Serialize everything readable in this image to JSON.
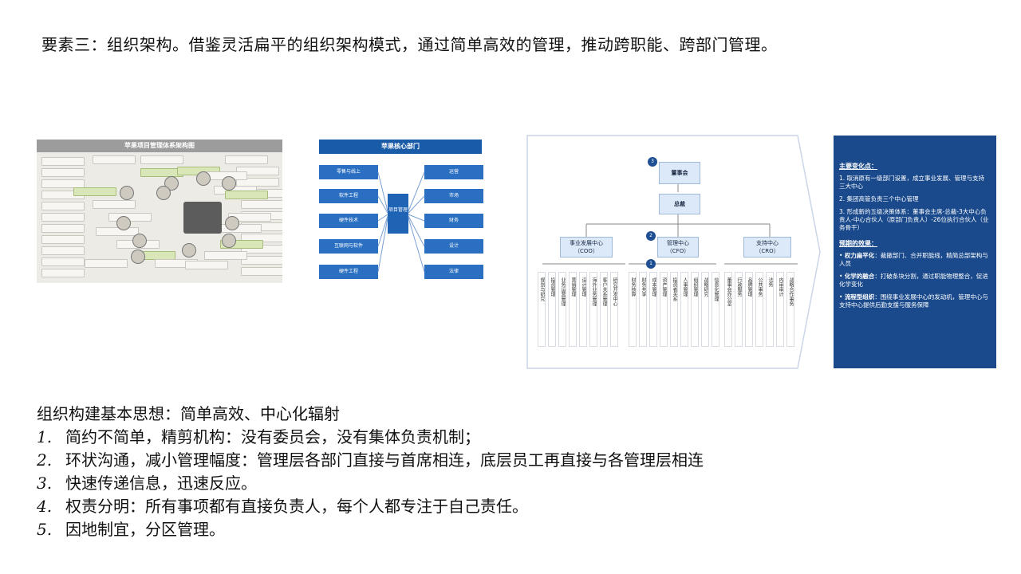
{
  "heading": "要素三：组织架构。借鉴灵活扁平的组织架构模式，通过简单高效的管理，推动跨职能、跨部门管理。",
  "figure1": {
    "title": "苹果项目管理体系架构图"
  },
  "figure2": {
    "title": "苹果核心部门",
    "left_items": [
      "零售与线上",
      "软件工程",
      "硬件技术",
      "互联网与软件",
      "硬件工程"
    ],
    "middle": "项目管理",
    "right_items": [
      "运营",
      "市场",
      "财务",
      "设计",
      "法律"
    ]
  },
  "figure3": {
    "board": "董事会",
    "ceo": "总裁",
    "centers": [
      {
        "name": "事业发展中心",
        "sub": "（COO）"
      },
      {
        "name": "管理中心",
        "sub": "（CFO）"
      },
      {
        "name": "支持中心",
        "sub": "（CRO）"
      }
    ],
    "numbers": [
      "3",
      "2",
      "1"
    ],
    "cols_business": [
      "规划与研究",
      "投资管理",
      "业务运营管理",
      "营销管理",
      "设计管理",
      "海外业务管理",
      "客户关系管理",
      "研究开发中心"
    ],
    "cols_management": [
      "财务核算",
      "财务共享",
      "成本管理",
      "资产管理",
      "投资者关系",
      "人事管理",
      "组织管理",
      "战略研究",
      "信息化管理"
    ],
    "cols_support": [
      "董事会办公室",
      "行政服务",
      "品牌管理",
      "公共事务",
      "法务",
      "内审审计",
      "战略合作事务"
    ]
  },
  "figure4": {
    "title1": "主要变化点：",
    "changes": [
      "1. 取消原有一级部门设置，成立事业发展、管理与支持三大中心",
      "2. 集团高管负责三个中心管理",
      "3. 形成新的五级决策体系：董事会主席-总裁-3大中心负责人-中心合伙人（原部门负责人）-26位执行合伙人（业务骨干）"
    ],
    "title2": "预期的效果：",
    "effects": [
      {
        "k": "权力扁平化",
        "v": "：裁撤部门、合并职能线，精简总部架构与人员"
      },
      {
        "k": "化学的融合",
        "v": "：打破条块分割，通过职能物理整合，促进化学变化"
      },
      {
        "k": "流程型组织",
        "v": "：围绕事业发展中心的发动机，管理中心与支持中心提供后勤支援与服务保障"
      }
    ]
  },
  "principles": {
    "title": "组织构建基本思想：简单高效、中心化辐射",
    "items": [
      {
        "num": "1.",
        "text": "简约不简单，精剪机构：没有委员会，没有集体负责机制；"
      },
      {
        "num": "2.",
        "text": "环状沟通，减小管理幅度：管理层各部门直接与首席相连，底层员工再直接与各管理层相连"
      },
      {
        "num": "3.",
        "text": "快速传递信息，迅速反应。"
      },
      {
        "num": "4.",
        "text": "权责分明：所有事项都有直接负责人，每个人都专注于自己责任。"
      },
      {
        "num": "5.",
        "text": "因地制宜，分区管理。"
      }
    ]
  }
}
